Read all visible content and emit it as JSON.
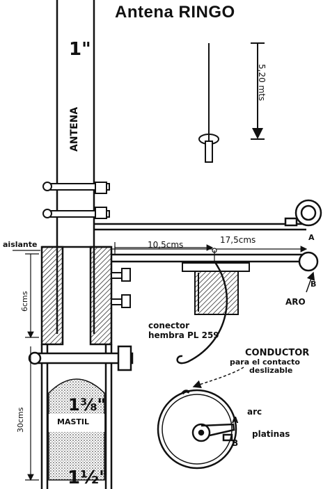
{
  "title": "Antena RINGO",
  "labels": {
    "antenna_size": "1\"",
    "antena": "ANTENA",
    "aislante": "aislante",
    "height_520": "5,20 mts",
    "dist_175": "17,5cms",
    "dist_105": "10,5cms",
    "six_cms": "6cms",
    "thirty_cms": "30cms",
    "conector": "conector",
    "hembra": "hembra PL 259",
    "aro": "ARO",
    "a_top": "A",
    "b_mid": "B",
    "conductor": "CONDUCTOR",
    "para_el": "para el contacto",
    "deslizable": "deslizable",
    "mastil_size": "1⅜\"",
    "mastil": "MASTIL",
    "base_size": "1½\"",
    "arc": "arc",
    "a_low": "A",
    "b_low": "B",
    "platinas": "platinas"
  },
  "colors": {
    "ink": "#111111",
    "paper": "#ffffff",
    "fill": "#c8c8c8"
  }
}
